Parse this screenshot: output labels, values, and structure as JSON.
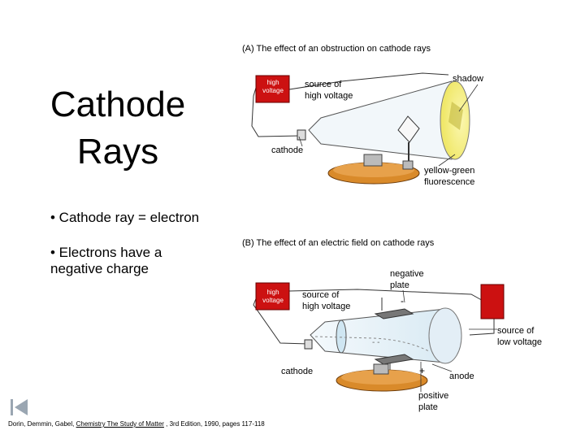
{
  "slide": {
    "title": "Cathode\nRays",
    "bullets": [
      "• Cathode ray = electron",
      "• Electrons have a\n   negative charge"
    ]
  },
  "diagram_a": {
    "caption": "(A)  The effect of an obstruction on cathode rays",
    "supply_label": "high\nvoltage",
    "source_label": "source of\nhigh voltage",
    "shadow_label": "shadow",
    "cathode_label": "cathode",
    "fluorescence_label": "yellow-green\nfluorescence"
  },
  "diagram_b": {
    "caption": "(B)  The effect of an electric field on cathode rays",
    "supply_label": "high\nvoltage",
    "source_label": "source of\nhigh voltage",
    "negative_plate_label": "negative\nplate",
    "low_voltage_label": "source of\nlow voltage",
    "cathode_label": "cathode",
    "anode_label": "anode",
    "positive_plate_label": "positive\nplate"
  },
  "citation": {
    "authors": "Dorin, Demmin, Gabel, ",
    "book": "Chemistry The Study of Matter",
    "rest": " , 3rd Edition, 1990, pages 117-118"
  },
  "colors": {
    "supply_red": "#cc1111",
    "fluorescence": "#f3ee80",
    "base_orange": "#d98a2a",
    "tube_glass": "#eef6fb"
  },
  "icons": {
    "nav": "back-to-start-icon"
  }
}
